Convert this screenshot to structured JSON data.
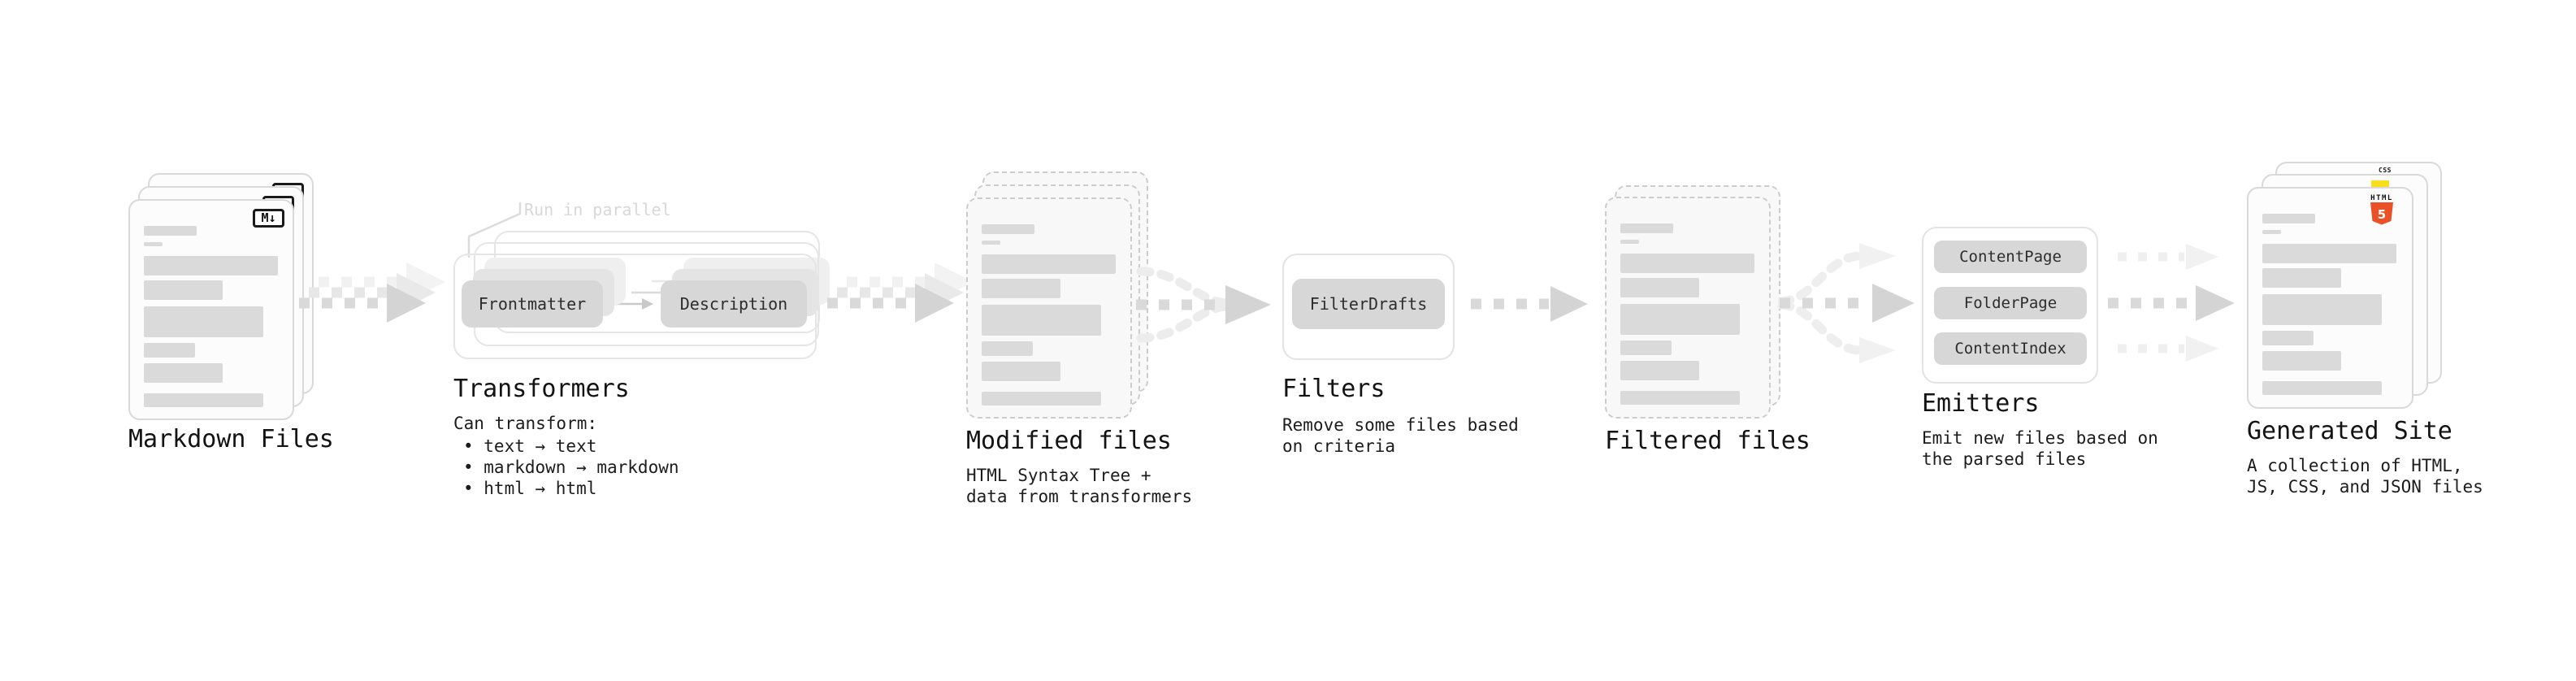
{
  "stages": {
    "markdown_files": {
      "label": "Markdown Files",
      "badge": "M↓"
    },
    "transformers": {
      "label": "Transformers",
      "note": "Run in parallel",
      "boxes": [
        "Frontmatter",
        "Description"
      ],
      "description_lines": [
        "Can transform:",
        "• text → text",
        "• markdown → markdown",
        "• html → html"
      ]
    },
    "modified_files": {
      "label": "Modified files",
      "description_lines": [
        "HTML Syntax Tree +",
        "data from transformers"
      ]
    },
    "filters": {
      "label": "Filters",
      "boxes": [
        "FilterDrafts"
      ],
      "description_lines": [
        "Remove some files based",
        "on criteria"
      ]
    },
    "filtered_files": {
      "label": "Filtered files"
    },
    "emitters": {
      "label": "Emitters",
      "boxes": [
        "ContentPage",
        "FolderPage",
        "ContentIndex"
      ],
      "description_lines": [
        "Emit new files based on",
        "the parsed files"
      ]
    },
    "generated_site": {
      "label": "Generated Site",
      "badges": {
        "html_label": "HTML",
        "html_number": "5",
        "css": "CSS"
      },
      "description_lines": [
        "A collection of HTML,",
        "JS, CSS, and JSON files"
      ]
    }
  },
  "colors": {
    "html5_orange": "#ea5126",
    "js_yellow": "#f7df1e",
    "css_blue": "#2f6fe4",
    "arrow_gray": "#d9d9d9",
    "arrow_light": "#efefef",
    "bar_gray": "#dadada"
  }
}
